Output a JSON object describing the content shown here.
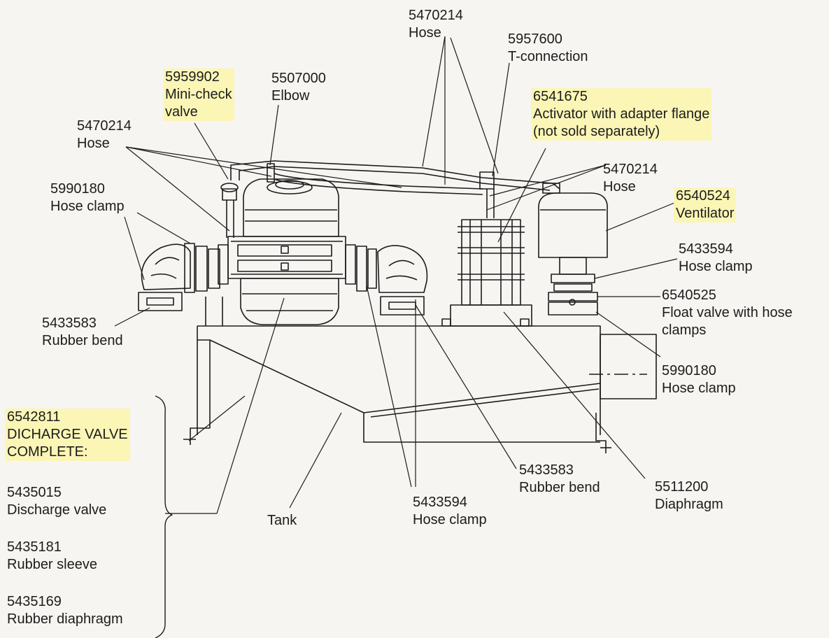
{
  "diagram": {
    "labels": {
      "hose_top": {
        "part": "5470214",
        "name": "Hose"
      },
      "t_connection": {
        "part": "5957600",
        "name": "T-connection"
      },
      "mini_check": {
        "part": "5959902",
        "name": "Mini-check",
        "name2": "valve"
      },
      "elbow": {
        "part": "5507000",
        "name": "Elbow"
      },
      "activator": {
        "part": "6541675",
        "name": "Activator with adapter flange",
        "name2": "(not sold separately)"
      },
      "hose_left": {
        "part": "5470214",
        "name": "Hose"
      },
      "hose_right": {
        "part": "5470214",
        "name": "Hose"
      },
      "hose_clamp_left": {
        "part": "5990180",
        "name": "Hose clamp"
      },
      "ventilator": {
        "part": "6540524",
        "name": "Ventilator"
      },
      "hose_clamp_right_top": {
        "part": "5433594",
        "name": "Hose clamp"
      },
      "float_valve": {
        "part": "6540525",
        "name": "Float valve with hose",
        "name2": "clamps"
      },
      "rubber_bend_left": {
        "part": "5433583",
        "name": "Rubber bend"
      },
      "hose_clamp_right_bottom": {
        "part": "5990180",
        "name": "Hose clamp"
      },
      "discharge_valve_complete": {
        "part": "6542811",
        "name": "DICHARGE VALVE",
        "name2": "COMPLETE:"
      },
      "rubber_bend_bottom": {
        "part": "5433583",
        "name": "Rubber bend"
      },
      "diaphragm": {
        "part": "5511200",
        "name": "Diaphragm"
      },
      "hose_clamp_bottom": {
        "part": "5433594",
        "name": "Hose clamp"
      },
      "tank": {
        "name": "Tank"
      },
      "discharge_valve": {
        "part": "5435015",
        "name": "Discharge valve"
      },
      "rubber_sleeve": {
        "part": "5435181",
        "name": "Rubber sleeve"
      },
      "rubber_diaphragm": {
        "part": "5435169",
        "name": "Rubber diaphragm"
      }
    },
    "colors": {
      "line": "#1c1c1c",
      "highlight": "#fbf6b6",
      "paper": "#f6f5f2"
    }
  }
}
